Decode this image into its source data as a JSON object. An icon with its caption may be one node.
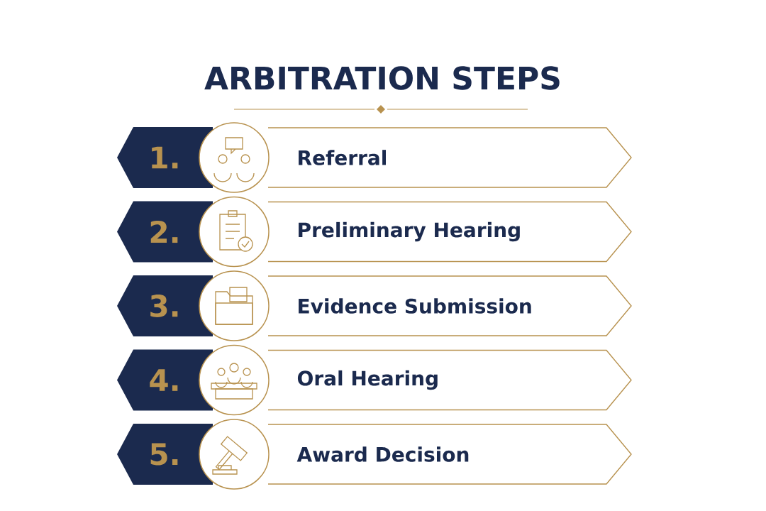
{
  "diagram": {
    "title": "ARBITRATION STEPS",
    "nodes": [
      {
        "text": [
          "1."
        ]
      },
      {
        "text": [
          "Referral"
        ]
      },
      {
        "text": [
          "2."
        ]
      },
      {
        "text": [
          "Preliminary Hearing"
        ]
      },
      {
        "text": [
          "3."
        ]
      },
      {
        "text": [
          "Evidence Submission"
        ]
      },
      {
        "text": [
          "4."
        ]
      },
      {
        "text": [
          "Oral Hearing"
        ]
      },
      {
        "text": [
          "5."
        ]
      },
      {
        "text": [
          "Award Decision"
        ]
      }
    ]
  }
}
